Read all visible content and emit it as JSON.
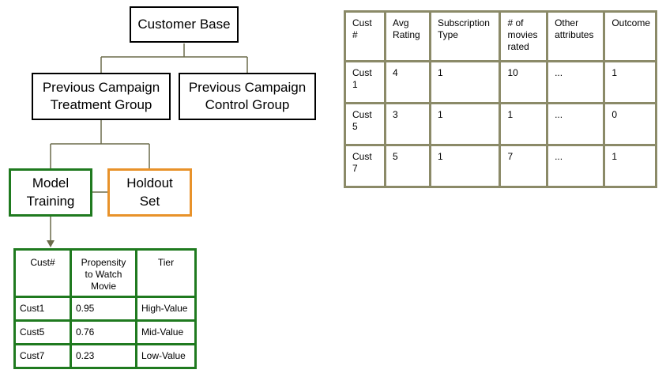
{
  "diagram": {
    "customer_base": "Customer Base",
    "treatment_group": "Previous Campaign\nTreatment Group",
    "control_group": "Previous Campaign\nControl Group",
    "model_training": "Model\nTraining",
    "holdout_set": "Holdout\nSet"
  },
  "colors": {
    "connector": "#6b6b4a",
    "attribute_table_border": "#8b8a68",
    "score_table_border": "#1f7a1f",
    "model_training_border": "#1f7a1f",
    "holdout_border": "#e8922a"
  },
  "attribute_table": {
    "headers": [
      "Cust\n#",
      "Avg\nRating",
      "Subscription\nType",
      "# of\nmovies\nrated",
      "Other\nattributes",
      "Outcome"
    ],
    "rows": [
      [
        "Cust\n1",
        "4",
        "1",
        "10",
        "...",
        "1"
      ],
      [
        "Cust\n5",
        "3",
        "1",
        "1",
        "...",
        "0"
      ],
      [
        "Cust\n7",
        "5",
        "1",
        "7",
        "...",
        "1"
      ]
    ]
  },
  "score_table": {
    "headers": [
      "Cust#",
      "Propensity\nto Watch\nMovie",
      "Tier"
    ],
    "rows": [
      [
        "Cust1",
        "0.95",
        "High-Value"
      ],
      [
        "Cust5",
        "0.76",
        "Mid-Value"
      ],
      [
        "Cust7",
        "0.23",
        "Low-Value"
      ]
    ]
  }
}
